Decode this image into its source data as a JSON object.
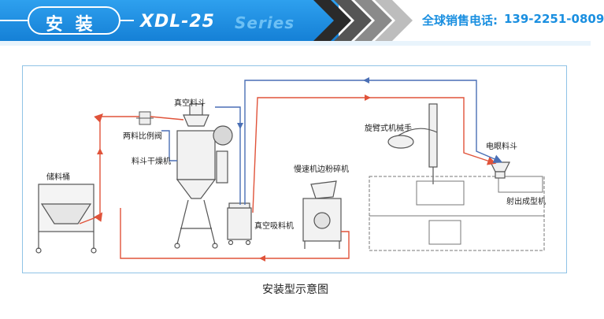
{
  "header": {
    "title": "安 装",
    "model": "XDL-25",
    "series": "Series",
    "phone_label": "全球销售电话:",
    "phone_number": "139-2251-0809",
    "colors": {
      "blue": "#1a8fe0",
      "dark_blue": "#0f5fa8",
      "chevron_dark": "#3a3a3a"
    }
  },
  "diagram": {
    "labels": {
      "storage_bin": "储料桶",
      "proportional_valve": "两料比例阀",
      "vacuum_hopper": "真空料斗",
      "hopper_dryer": "料斗干燥机",
      "vacuum_loader": "真空吸料机",
      "crusher": "慢速机边粉碎机",
      "robot_arm": "旋臂式机械手",
      "eye_hopper": "电眼料斗",
      "injection_machine": "射出成型机"
    },
    "flow_colors": {
      "return": "#e0533a",
      "feed": "#4a6fb5",
      "frame": "#8fc3e6"
    }
  },
  "caption": "安装型示意图"
}
